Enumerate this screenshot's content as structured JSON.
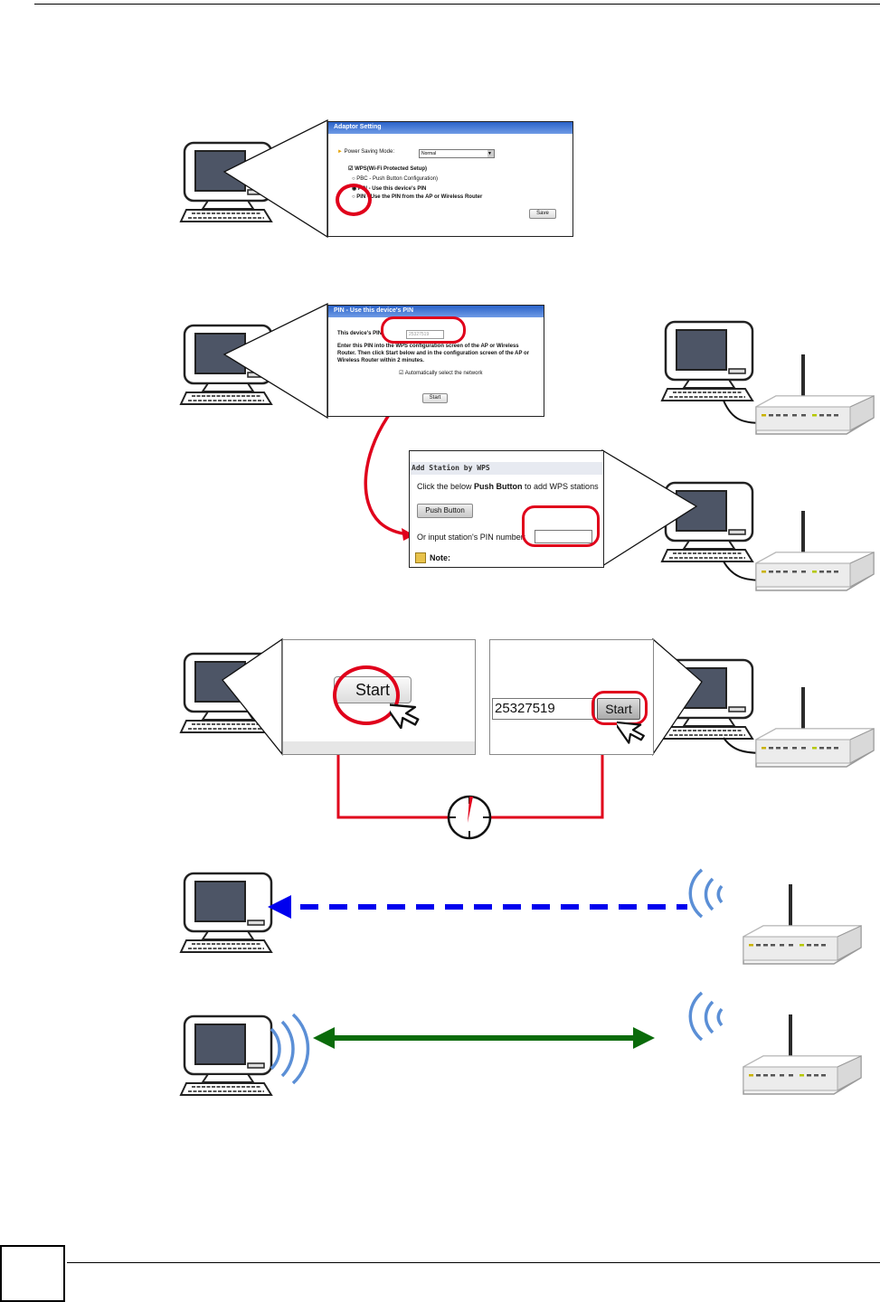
{
  "step1": {
    "title": "Adaptor Setting",
    "power_label": "Power Saving Mode:",
    "power_value": "Normal",
    "wps_checkbox": "WPS(Wi-Fi Protected Setup)",
    "pbc_option": "PBC - Push Button Configuration)",
    "pin_device_option": "PIN - Use this device's PIN",
    "pin_ap_option": "PIN - Use the PIN from the AP or Wireless Router",
    "save_button": "Save"
  },
  "step2": {
    "title": "PIN - Use this device's PIN",
    "pin_label": "This device's PIN",
    "pin_value": "25327519",
    "instructions": "Enter this PIN into the WPS configuration screen of the AP or Wireless Router. Then click Start below and in the configuration screen of the AP or Wireless Router within 2 minutes.",
    "auto_select": "Automatically select the network",
    "start_button": "Start"
  },
  "step3": {
    "title": "Add Station by WPS",
    "click_text_pre": "Click the below ",
    "click_text_bold": "Push Button",
    "click_text_post": " to add WPS stations",
    "push_button": "Push Button",
    "pin_input_label": "Or input station's PIN number:",
    "note_label": "Note:"
  },
  "step4": {
    "left_start": "Start",
    "pin_value": "25327519",
    "right_start": "Start"
  },
  "colors": {
    "highlight": "#e0001b",
    "blue_arrow": "#0000ee",
    "green_arrow": "#0a6b0a",
    "wave": "#5b8fd6"
  }
}
